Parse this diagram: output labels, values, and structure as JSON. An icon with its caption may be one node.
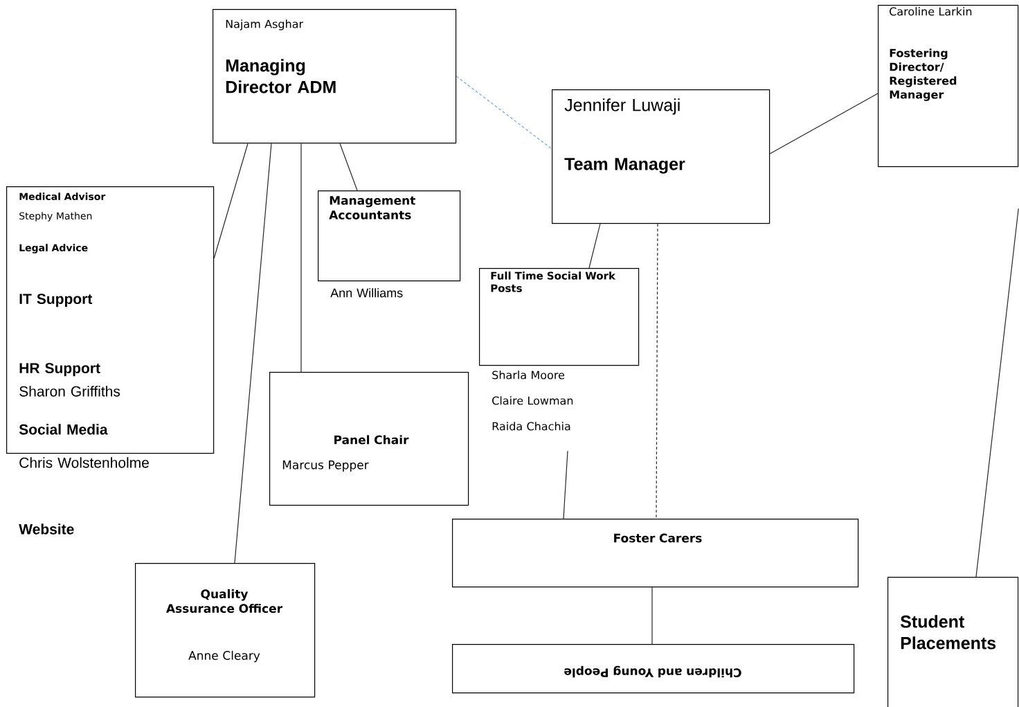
{
  "diagram": {
    "nodes": [
      {
        "text": [
          "Najam Asghar",
          "Managing Director ADM"
        ]
      },
      {
        "text": [
          "Jennifer Luwaji",
          "Team Manager"
        ]
      },
      {
        "text": [
          "Caroline Larkin",
          "Fostering Director/ Registered Manager"
        ]
      },
      {
        "text": [
          "Medical Advisor",
          "Stephy Mathen",
          "Legal Advice",
          "IT Support",
          "HR Support",
          "Sharon Griffiths",
          "Social Media"
        ],
        "beside": [
          "Chris Wolstenholme",
          "Website"
        ]
      },
      {
        "text": [
          "Management Accountants"
        ],
        "beside": [
          "Ann Williams"
        ]
      },
      {
        "text": [
          "Full Time Social Work Posts"
        ],
        "beside": [
          "Sharla Moore",
          "Claire Lowman",
          "Raida Chachia"
        ]
      },
      {
        "text": [
          "Panel Chair",
          "Marcus Pepper"
        ]
      },
      {
        "text": [
          "Quality Assurance Officer",
          "Anne Cleary"
        ]
      },
      {
        "text": [
          "Foster Carers"
        ]
      },
      {
        "text": [
          "Children and Young People"
        ]
      },
      {
        "text": [
          "Student Placements"
        ]
      }
    ],
    "edges": [
      {
        "from": 0,
        "to": 1,
        "arrow": "none",
        "style": "dashed",
        "color": "#6fa8dc"
      },
      {
        "from": 1,
        "to": 2,
        "arrow": "none"
      },
      {
        "from": 0,
        "to": 3,
        "arrow": "none"
      },
      {
        "from": 0,
        "to": 7,
        "arrow": "none"
      },
      {
        "from": 0,
        "to": 6,
        "arrow": "none"
      },
      {
        "from": 0,
        "to": 4,
        "arrow": "none"
      },
      {
        "from": 1,
        "to": 5,
        "arrow": "none"
      },
      {
        "from": 1,
        "to": 8,
        "arrow": "none",
        "style": "dashed"
      },
      {
        "from": 5,
        "to": 8,
        "arrow": "none"
      },
      {
        "from": 8,
        "to": 9,
        "arrow": "none"
      },
      {
        "from": 2,
        "to": 10,
        "arrow": "none"
      }
    ]
  }
}
